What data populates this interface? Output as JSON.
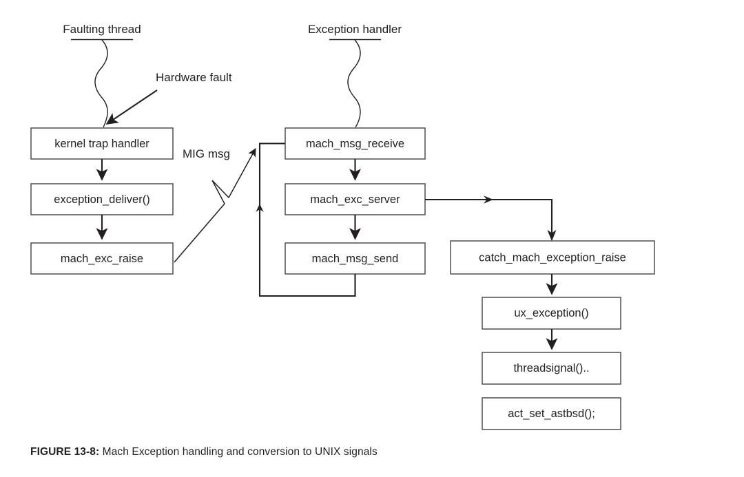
{
  "figure": {
    "caption_label": "FIGURE 13-8:",
    "caption_text": "Mach Exception handling and conversion to UNIX signals",
    "background_color": "#ffffff",
    "line_color": "#231f20",
    "box_stroke_color": "#58595b",
    "text_color": "#231f20"
  },
  "lanes": [
    {
      "id": "faulting-thread",
      "label": "Faulting thread"
    },
    {
      "id": "exception-handler",
      "label": "Exception handler"
    }
  ],
  "annotations": [
    {
      "id": "hardware-fault",
      "label": "Hardware fault"
    },
    {
      "id": "mig-msg",
      "label": "MIG msg"
    }
  ],
  "nodes": [
    {
      "id": "kernel-trap-handler",
      "label": "kernel trap handler",
      "column": "left"
    },
    {
      "id": "exception-deliver",
      "label": "exception_deliver()",
      "column": "left"
    },
    {
      "id": "mach-exc-raise",
      "label": "mach_exc_raise",
      "column": "left"
    },
    {
      "id": "mach-msg-receive",
      "label": "mach_msg_receive",
      "column": "middle"
    },
    {
      "id": "mach-exc-server",
      "label": "mach_exc_server",
      "column": "middle"
    },
    {
      "id": "mach-msg-send",
      "label": "mach_msg_send",
      "column": "middle"
    },
    {
      "id": "catch-mach-exception-raise",
      "label": "catch_mach_exception_raise",
      "column": "right"
    },
    {
      "id": "ux-exception",
      "label": "ux_exception()",
      "column": "right"
    },
    {
      "id": "threadsignal",
      "label": "threadsignal()..",
      "column": "right"
    },
    {
      "id": "act-set-astbsd",
      "label": "act_set_astbsd();",
      "column": "right"
    }
  ],
  "edges": [
    {
      "id": "edge-hardware-fault-to-kernel-trap-handler",
      "from": "hardware-fault",
      "to": "kernel-trap-handler",
      "style": "straight-arrow"
    },
    {
      "id": "edge-kernel-trap-handler-to-exception-deliver",
      "from": "kernel-trap-handler",
      "to": "exception-deliver",
      "style": "straight-arrow"
    },
    {
      "id": "edge-exception-deliver-to-mach-exc-raise",
      "from": "exception-deliver",
      "to": "mach-exc-raise",
      "style": "straight-arrow"
    },
    {
      "id": "edge-mach-exc-raise-to-mach-msg-receive",
      "from": "mach-exc-raise",
      "to": "mach-msg-receive",
      "style": "zigzag-mig-arrow"
    },
    {
      "id": "edge-mach-msg-receive-to-mach-exc-server",
      "from": "mach-msg-receive",
      "to": "mach-exc-server",
      "style": "straight-arrow"
    },
    {
      "id": "edge-mach-exc-server-to-mach-msg-send",
      "from": "mach-exc-server",
      "to": "mach-msg-send",
      "style": "straight-arrow"
    },
    {
      "id": "edge-mach-exc-server-to-catch-mach-exception-raise",
      "from": "mach-exc-server",
      "to": "catch-mach-exception-raise",
      "style": "elbow-arrow"
    },
    {
      "id": "edge-mach-msg-send-to-mach-msg-receive",
      "from": "mach-msg-send",
      "to": "mach-msg-receive",
      "style": "feedback-loop-arrow"
    },
    {
      "id": "edge-catch-mach-exception-raise-to-ux-exception",
      "from": "catch-mach-exception-raise",
      "to": "ux-exception",
      "style": "straight-arrow"
    },
    {
      "id": "edge-ux-exception-to-threadsignal",
      "from": "ux-exception",
      "to": "threadsignal",
      "style": "straight-arrow"
    }
  ]
}
